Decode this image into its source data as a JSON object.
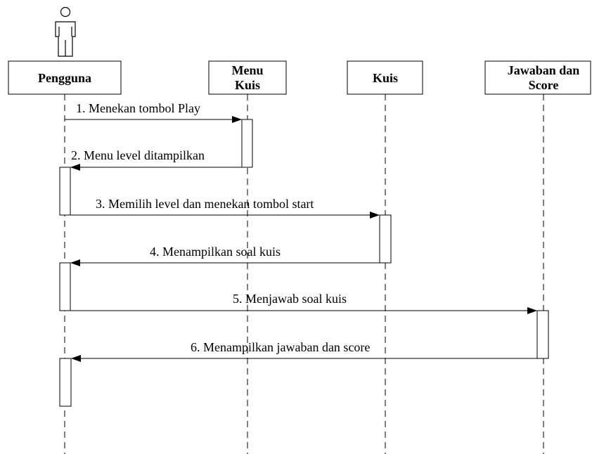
{
  "lifelines": [
    {
      "id": "pengguna",
      "label_lines": [
        "Pengguna"
      ],
      "is_actor": true
    },
    {
      "id": "menu-kuis",
      "label_lines": [
        "Menu",
        "Kuis"
      ],
      "is_actor": false
    },
    {
      "id": "kuis",
      "label_lines": [
        "Kuis"
      ],
      "is_actor": false
    },
    {
      "id": "jawaban-score",
      "label_lines": [
        "Jawaban dan",
        "Score"
      ],
      "is_actor": false
    }
  ],
  "messages": [
    {
      "number": "1",
      "label": "1. Menekan tombol Play",
      "from": "pengguna",
      "to": "menu-kuis"
    },
    {
      "number": "2",
      "label": "2. Menu level ditampilkan",
      "from": "menu-kuis",
      "to": "pengguna"
    },
    {
      "number": "3",
      "label": "3. Memilih level dan menekan tombol start",
      "from": "pengguna",
      "to": "kuis"
    },
    {
      "number": "4",
      "label": "4. Menampilkan soal kuis",
      "from": "kuis",
      "to": "pengguna"
    },
    {
      "number": "5",
      "label": "5. Menjawab soal kuis",
      "from": "pengguna",
      "to": "jawaban-score"
    },
    {
      "number": "6",
      "label": "6. Menampilkan jawaban dan score",
      "from": "jawaban-score",
      "to": "pengguna"
    }
  ]
}
